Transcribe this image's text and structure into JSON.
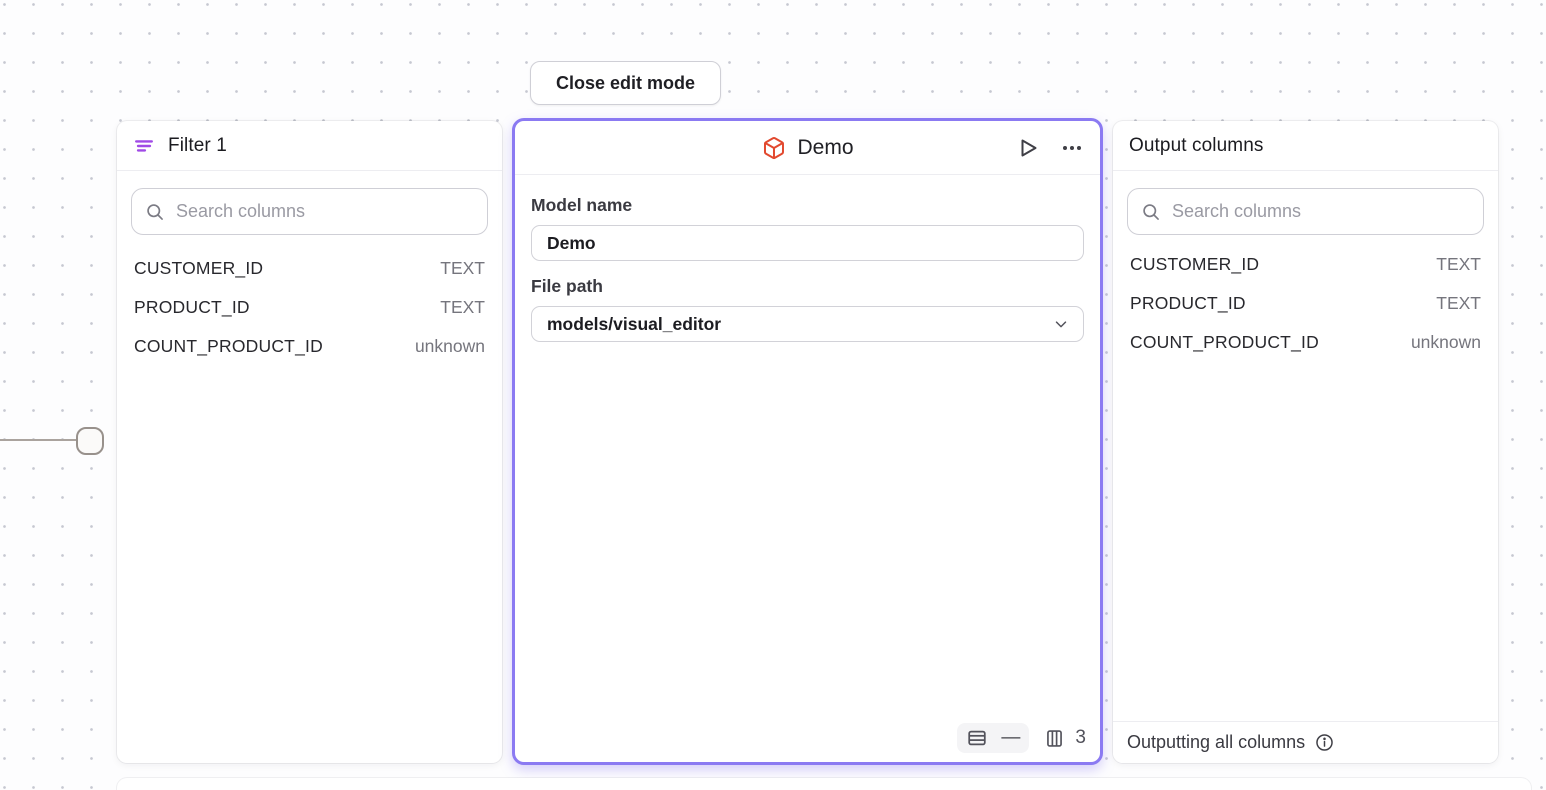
{
  "toolbar": {
    "close_edit_mode_label": "Close edit mode"
  },
  "filter_panel": {
    "title": "Filter 1",
    "search_placeholder": "Search columns",
    "columns": [
      {
        "name": "CUSTOMER_ID",
        "type": "TEXT"
      },
      {
        "name": "PRODUCT_ID",
        "type": "TEXT"
      },
      {
        "name": "COUNT_PRODUCT_ID",
        "type": "unknown"
      }
    ]
  },
  "model_panel": {
    "title": "Demo",
    "fields": {
      "model_name_label": "Model name",
      "model_name_value": "Demo",
      "file_path_label": "File path",
      "file_path_value": "models/visual_editor"
    },
    "footer": {
      "rows_count": "—",
      "columns_count": "3"
    }
  },
  "output_panel": {
    "title": "Output columns",
    "search_placeholder": "Search columns",
    "columns": [
      {
        "name": "CUSTOMER_ID",
        "type": "TEXT"
      },
      {
        "name": "PRODUCT_ID",
        "type": "TEXT"
      },
      {
        "name": "COUNT_PRODUCT_ID",
        "type": "unknown"
      }
    ],
    "footer_label": "Outputting all columns"
  },
  "icons": {
    "filter": "funnel-lines",
    "search": "magnifier",
    "model": "wireframe-cube",
    "run": "play-outline",
    "more": "ellipsis",
    "rows": "row-split-rect",
    "columns": "column-split-rect",
    "dropdown": "chevron-down",
    "info": "circled-i"
  },
  "colors": {
    "selection_purple": "#8b7af2",
    "filter_icon_purple": "#a04ae6",
    "model_icon_red": "#e2492f",
    "canvas_dot": "#c6c8d1"
  }
}
